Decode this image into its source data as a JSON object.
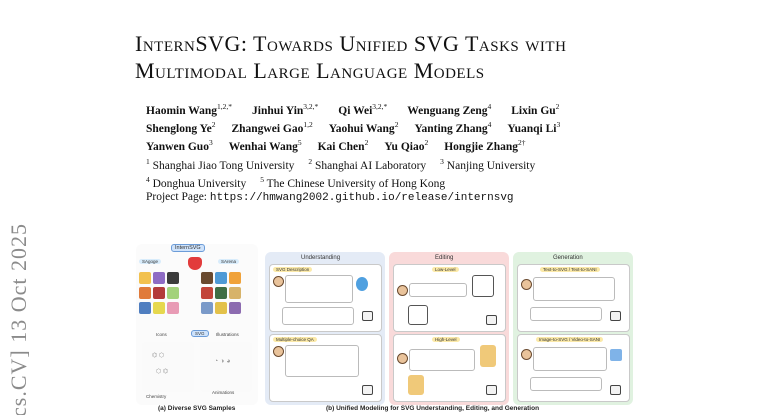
{
  "arxiv_stamp": "cs.CV]  13 Oct 2025",
  "title": {
    "line1": "InternSVG: Towards Unified SVG Tasks with",
    "line2": "Multimodal Large Language Models"
  },
  "authors": {
    "row1": [
      {
        "name": "Haomin Wang",
        "sup": "1,2,*"
      },
      {
        "name": "Jinhui Yin",
        "sup": "3,2,*"
      },
      {
        "name": "Qi Wei",
        "sup": "3,2,*"
      },
      {
        "name": "Wenguang Zeng",
        "sup": "4"
      },
      {
        "name": "Lixin Gu",
        "sup": "2"
      }
    ],
    "row2": [
      {
        "name": "Shenglong Ye",
        "sup": "2"
      },
      {
        "name": "Zhangwei Gao",
        "sup": "1,2"
      },
      {
        "name": "Yaohui Wang",
        "sup": "2"
      },
      {
        "name": "Yanting Zhang",
        "sup": "4"
      },
      {
        "name": "Yuanqi Li",
        "sup": "3"
      }
    ],
    "row3": [
      {
        "name": "Yanwen Guo",
        "sup": "3"
      },
      {
        "name": "Wenhai Wang",
        "sup": "5"
      },
      {
        "name": "Kai Chen",
        "sup": "2"
      },
      {
        "name": "Yu Qiao",
        "sup": "2"
      },
      {
        "name": "Hongjie Zhang",
        "sup": "2†"
      }
    ]
  },
  "affiliations": {
    "line1": [
      {
        "sup": "1",
        "text": "Shanghai Jiao Tong University"
      },
      {
        "sup": "2",
        "text": "Shanghai AI Laboratory"
      },
      {
        "sup": "3",
        "text": "Nanjing University"
      }
    ],
    "line2": [
      {
        "sup": "4",
        "text": "Donghua University"
      },
      {
        "sup": "5",
        "text": "The Chinese University of Hong Kong"
      }
    ]
  },
  "project_page": {
    "label": "Project Page:",
    "url": "https://hmwang2002.github.io/release/internsvg"
  },
  "figure": {
    "left_panel": {
      "badge": "InternSVG",
      "sagoge": "SAgoge",
      "sarena": "SArena",
      "icons": "Icons",
      "svg": "SVG",
      "illustrations": "Illustrations",
      "chemistry": "Chemistry",
      "animations": "Animations",
      "caption": "(a) Diverse SVG Samples"
    },
    "understanding": {
      "title": "Understanding",
      "tag1": "SVG Description",
      "tag2": "Multiple-choice QA"
    },
    "editing": {
      "title": "Editing",
      "tag1": "Low-Level",
      "tag2": "High-Level"
    },
    "generation": {
      "title": "Generation",
      "tag1": "Text-to-SVG / Text-to-SANI",
      "tag2": "Image-to-SVG / Video-to-SANI"
    },
    "caption_b": "(b) Unified Modeling for SVG Understanding, Editing, and Generation"
  },
  "colors": {
    "understanding_bg": "#e4ebf6",
    "editing_bg": "#f9dada",
    "generation_bg": "#e0f2e0",
    "left_bg": "#fbfbfb"
  }
}
